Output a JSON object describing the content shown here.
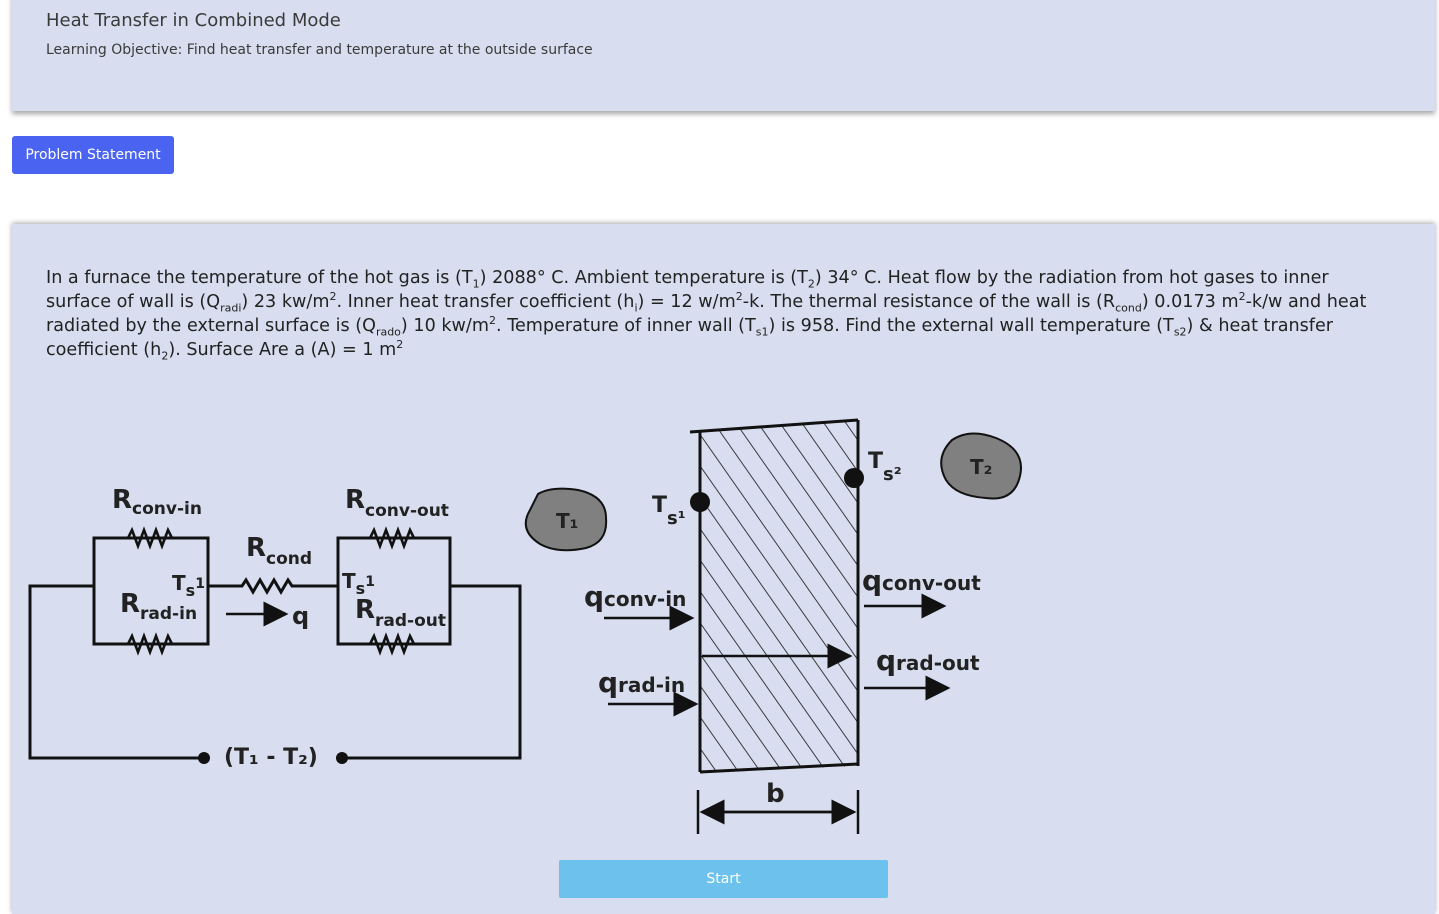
{
  "header": {
    "title": "Heat Transfer in Combined Mode",
    "subtitle": "Learning Objective: Find heat transfer and temperature at the outside surface"
  },
  "buttons": {
    "problem_statement": "Problem Statement",
    "start": "Start"
  },
  "problem": {
    "t1": "In a furnace the temperature of the hot gas is (T",
    "t2": ") 2088° C. Ambient temperature is (T",
    "t3": ") 34° C. Heat flow by the radiation from hot gases to inner surface of wall is (Q",
    "t4": ") 23 kw/m",
    "t5": ". Inner heat transfer coefficient (h",
    "t6": ") = 12 w/m",
    "t7": "-k. The thermal resistance of the wall is (R",
    "t8": ") 0.0173 m",
    "t9": "-k/w and heat radiated by the external surface is (Q",
    "t10": ") 10 kw/m",
    "t11": ". Temperature of inner wall (T",
    "t12": ") is 958. Find the external wall temperature (T",
    "t13": ") & heat transfer coefficient (h",
    "t14": "). Surface Are a (A) = 1 m",
    "s1": "1",
    "s2": "2",
    "s_radi": "radi",
    "s_sq": "2",
    "s_i": "i",
    "s_sq2": "2",
    "s_cond": "cond",
    "s_sq3": "2",
    "s_rado": "rado",
    "s_sq4": "2",
    "s_s1": "s1",
    "s_s2": "s2",
    "s_h2": "2",
    "s_sq5": "2"
  },
  "diagram": {
    "r_conv_in": "R",
    "r_conv_in_sub": "conv-in",
    "r_conv_out": "R",
    "r_conv_out_sub": "conv-out",
    "r_cond": "R",
    "r_cond_sub": "cond",
    "r_rad_in": "R",
    "r_rad_in_sub": "rad-in",
    "r_rad_out": "R",
    "r_rad_out_sub": "rad-out",
    "ts1_a": "T",
    "ts1_a_sub": "s",
    "ts1_a_num": "1",
    "ts1_b": "T",
    "ts1_b_sub": "s",
    "ts1_b_num": "1",
    "q": "q",
    "t_diff": "(T₁  - T₂)",
    "gas_t1": "T₁",
    "gas_t2": "T₂",
    "wall_ts1": "T",
    "wall_ts1_sub": "s¹",
    "wall_ts2": "T",
    "wall_ts2_sub": "s²",
    "q_conv_in": "q",
    "q_conv_in_sub": "conv-in",
    "q_rad_in": "q",
    "q_rad_in_sub": "rad-in",
    "q_conv_out": "q",
    "q_conv_out_sub": "conv-out",
    "q_rad_out": "q",
    "q_rad_out_sub": "rad-out",
    "b": "b"
  }
}
